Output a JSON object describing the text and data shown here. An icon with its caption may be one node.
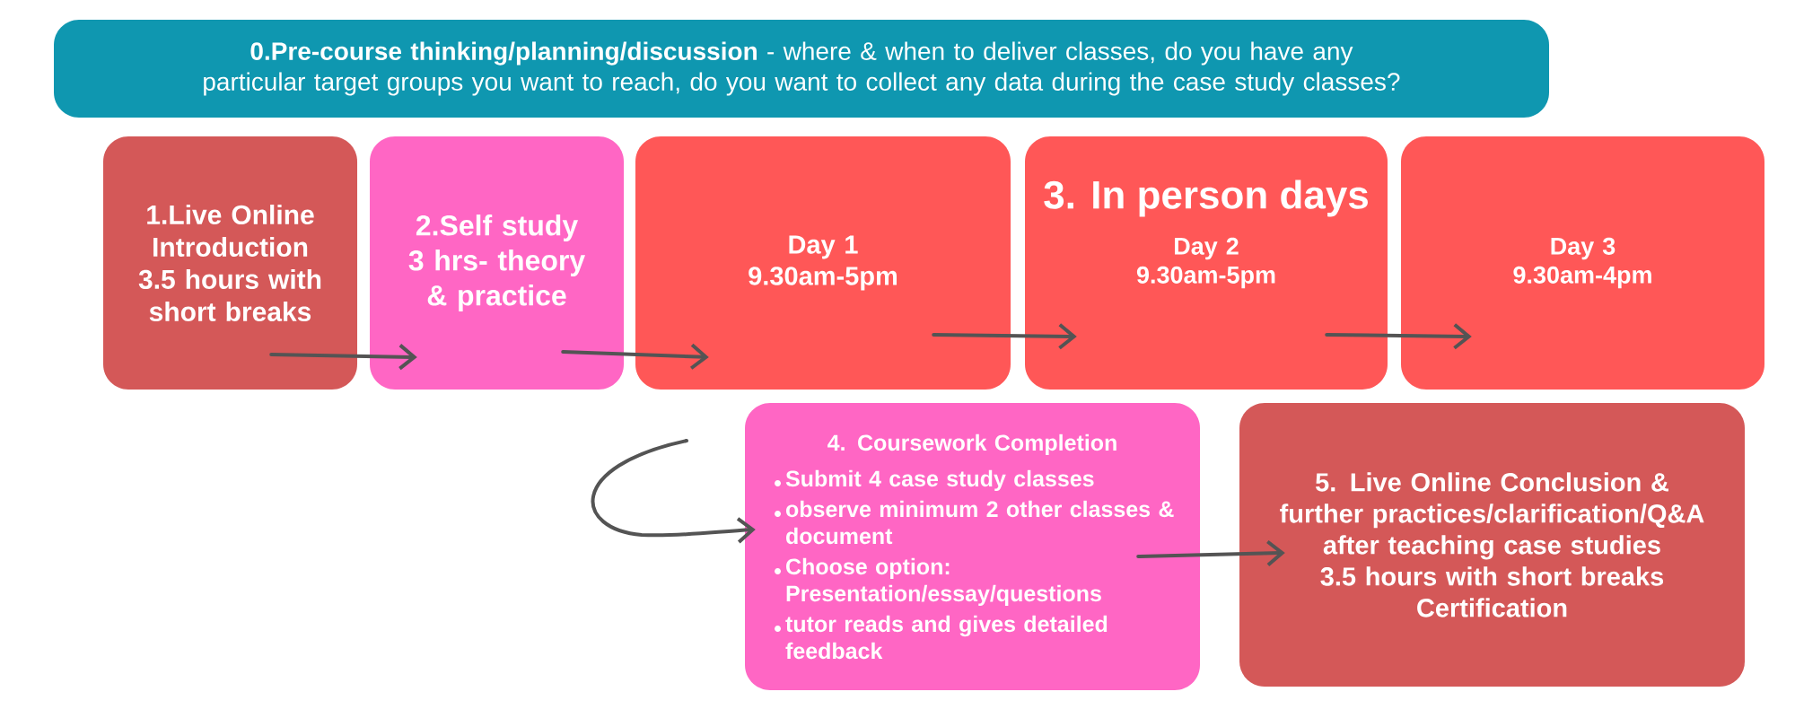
{
  "diagram": {
    "nodes": [
      {
        "text": [
          "**0.Pre-course thinking/planning/discussion** - where & when to deliver classes, do you have any particular target groups you want to reach, do you want to collect any data during the case study classes?"
        ]
      },
      {
        "text": [
          "1.Live Online Introduction",
          "3.5 hours with short breaks"
        ]
      },
      {
        "text": [
          "2.Self study",
          "3 hrs- theory & practice"
        ]
      },
      {
        "text": [
          "Day 1",
          "9.30am-5pm"
        ]
      },
      {
        "text": [
          "Day 2",
          "9.30am-5pm"
        ]
      },
      {
        "text": [
          "Day 3",
          "9.30am-4pm"
        ]
      },
      {
        "text": [
          "4. Coursework Completion",
          "Submit 4 case study classes",
          "observe minimum 2 other classes & document",
          "Choose option: Presentation/essay/questions",
          "tutor reads and gives detailed feedback"
        ]
      },
      {
        "text": [
          "5. Live Online Conclusion & further practices/clarification/Q&A after teaching case studies",
          "3.5 hours with short breaks",
          "Certification"
        ]
      }
    ],
    "edges": [
      {
        "from": 1,
        "to": 2,
        "arrow": "to"
      },
      {
        "from": 2,
        "to": 3,
        "arrow": "to"
      },
      {
        "from": 3,
        "to": 4,
        "arrow": "to"
      },
      {
        "from": 4,
        "to": 5,
        "arrow": "to"
      },
      {
        "from": null,
        "to": 6,
        "arrow": "to"
      },
      {
        "from": 6,
        "to": 7,
        "arrow": "to"
      }
    ],
    "labels": [
      "3. In person days"
    ]
  }
}
